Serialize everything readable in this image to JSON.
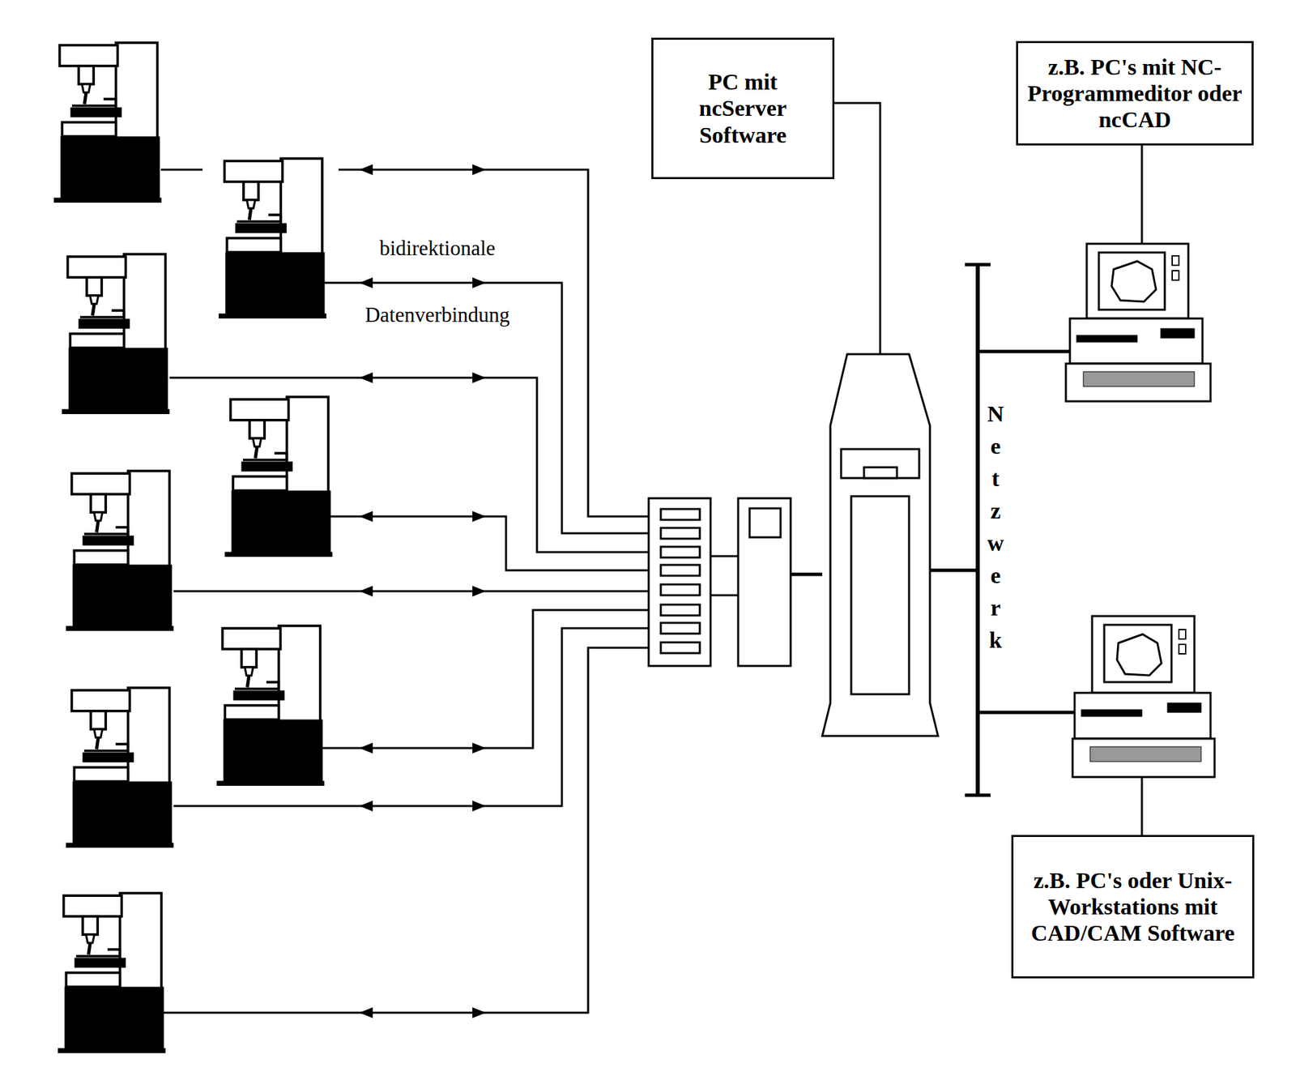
{
  "diagram": {
    "nodes": [
      {
        "text": [
          "PC mit ncServer Software"
        ]
      },
      {
        "text": [
          "z.B. PC's mit NC-Programmeditor oder ncCAD"
        ]
      },
      {
        "text": [
          "z.B. PC's oder Unix-Workstations mit CAD/CAM Software"
        ]
      }
    ],
    "labels": [
      "bidirektionale Datenverbindung",
      "Netzwerk"
    ]
  }
}
